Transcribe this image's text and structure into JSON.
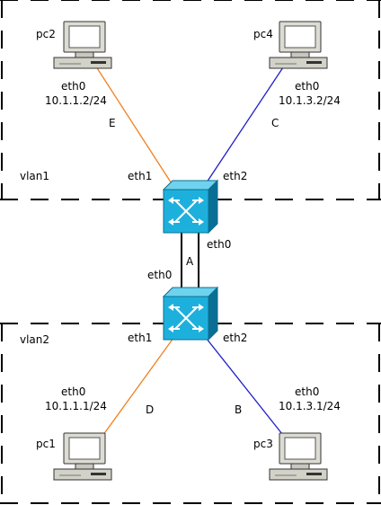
{
  "zones": [
    {
      "label": "vlan1"
    },
    {
      "label": "vlan2"
    }
  ],
  "hosts": {
    "pc2": {
      "name": "pc2",
      "iface": "eth0",
      "ip": "10.1.1.2/24"
    },
    "pc4": {
      "name": "pc4",
      "iface": "eth0",
      "ip": "10.1.3.2/24"
    },
    "pc1": {
      "name": "pc1",
      "iface": "eth0",
      "ip": "10.1.1.1/24"
    },
    "pc3": {
      "name": "pc3",
      "iface": "eth0",
      "ip": "10.1.3.1/24"
    }
  },
  "switches": {
    "top": {
      "port_left": "eth1",
      "port_right": "eth2",
      "port_down": "eth0"
    },
    "bottom": {
      "port_left": "eth1",
      "port_right": "eth2",
      "port_up": "eth0"
    }
  },
  "links": {
    "A": "A",
    "B": "B",
    "C": "C",
    "D": "D",
    "E": "E"
  },
  "colors": {
    "vlan1_link": "#f08020",
    "vlan3_link": "#1f1fc8",
    "trunk_link": "#000000",
    "switch_body": "#1eb0dc",
    "switch_dark": "#0a6f92",
    "switch_top": "#6fd3ee"
  }
}
